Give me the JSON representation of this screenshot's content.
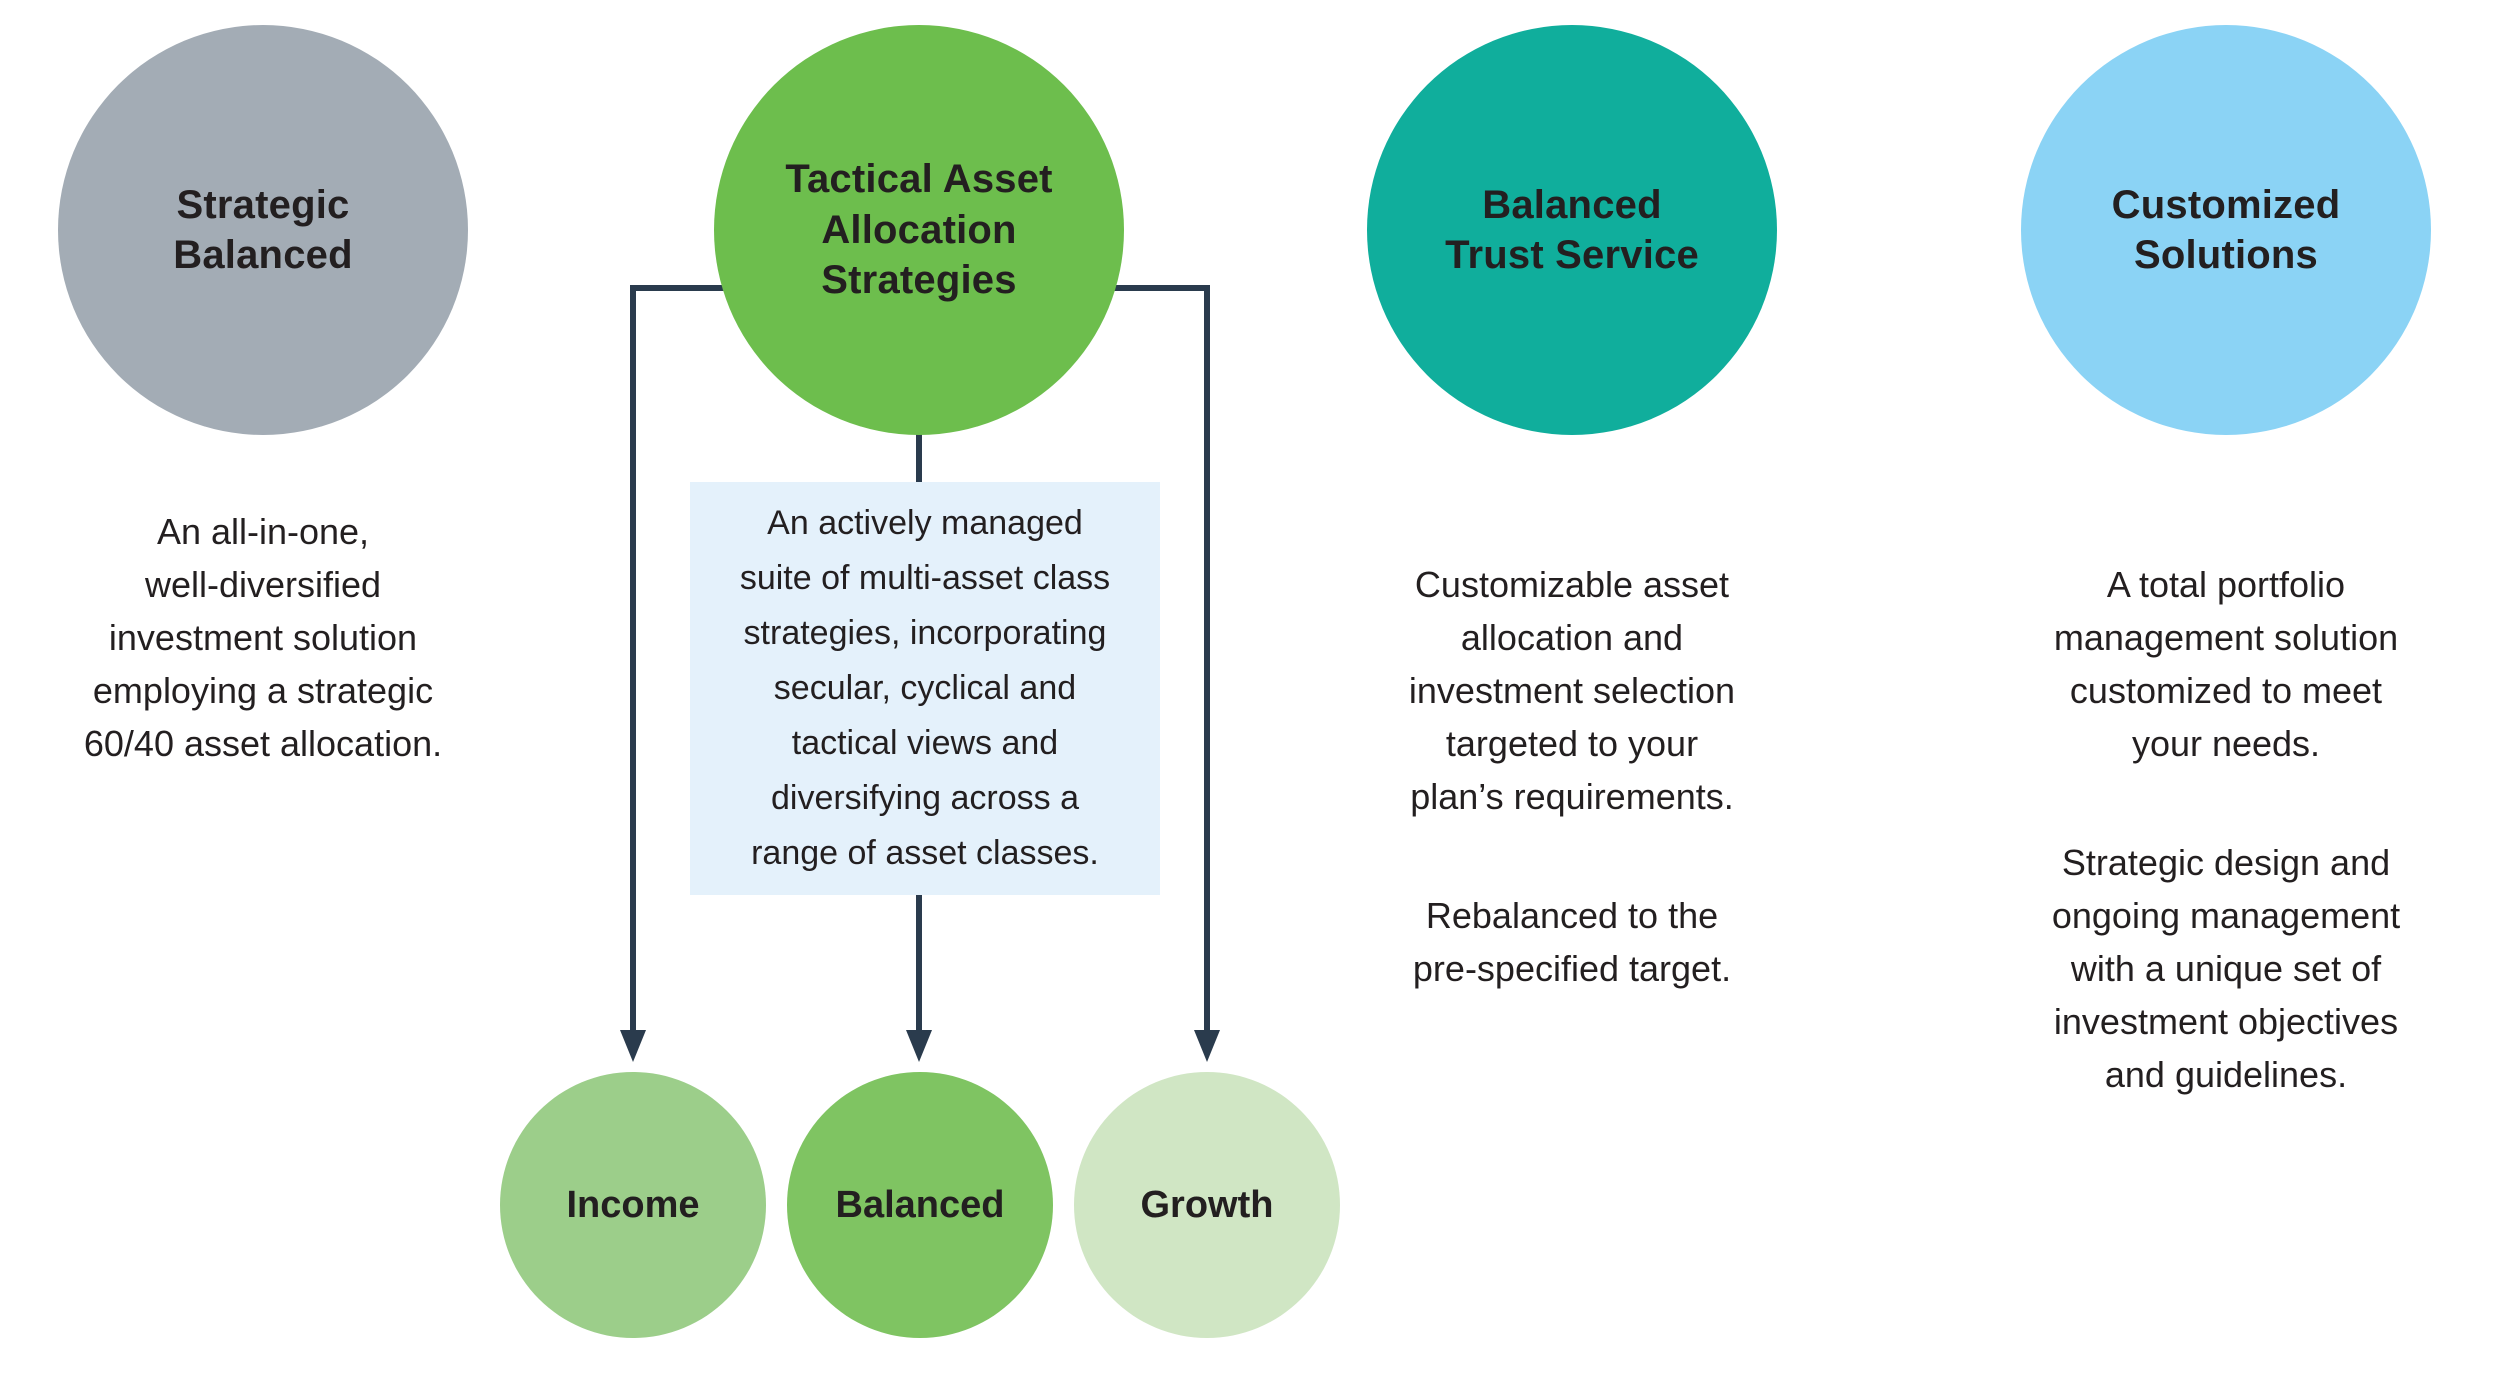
{
  "colors": {
    "navy_line": "#2A3B4D",
    "text": "#231F20",
    "box_bg": "#E4F1FB",
    "circle_gray": "#A3ACB5",
    "circle_green": "#6DBE4D",
    "circle_teal": "#10AE9C",
    "circle_light_blue": "#8BD3F5",
    "sub_income_green": "#9CCE8A",
    "sub_balanced_green": "#7FC462",
    "sub_growth_green": "#D0E6C4"
  },
  "columns": {
    "strategic_balanced": {
      "title": "Strategic\nBalanced",
      "description": "An all-in-one,\nwell-diversified\ninvestment solution\nemploying a strategic\n60/40 asset allocation."
    },
    "tactical": {
      "title": "Tactical Asset\nAllocation\nStrategies",
      "description": "An actively managed\nsuite of multi-asset class\nstrategies, incorporating\nsecular, cyclical and\ntactical views and\ndiversifying across a\nrange of asset classes."
    },
    "balanced_trust": {
      "title": "Balanced\nTrust Service",
      "description_p1": "Customizable asset\nallocation and\ninvestment selection\ntargeted to your\nplan’s requirements.",
      "description_p2": "Rebalanced to the\npre-specified target."
    },
    "customized": {
      "title": "Customized\nSolutions",
      "description_p1": "A total portfolio\nmanagement solution\ncustomized to meet\nyour needs.",
      "description_p2": "Strategic design and\nongoing management\nwith a unique set of\ninvestment objectives\nand guidelines."
    }
  },
  "sub_circles": {
    "income": "Income",
    "balanced": "Balanced",
    "growth": "Growth"
  }
}
